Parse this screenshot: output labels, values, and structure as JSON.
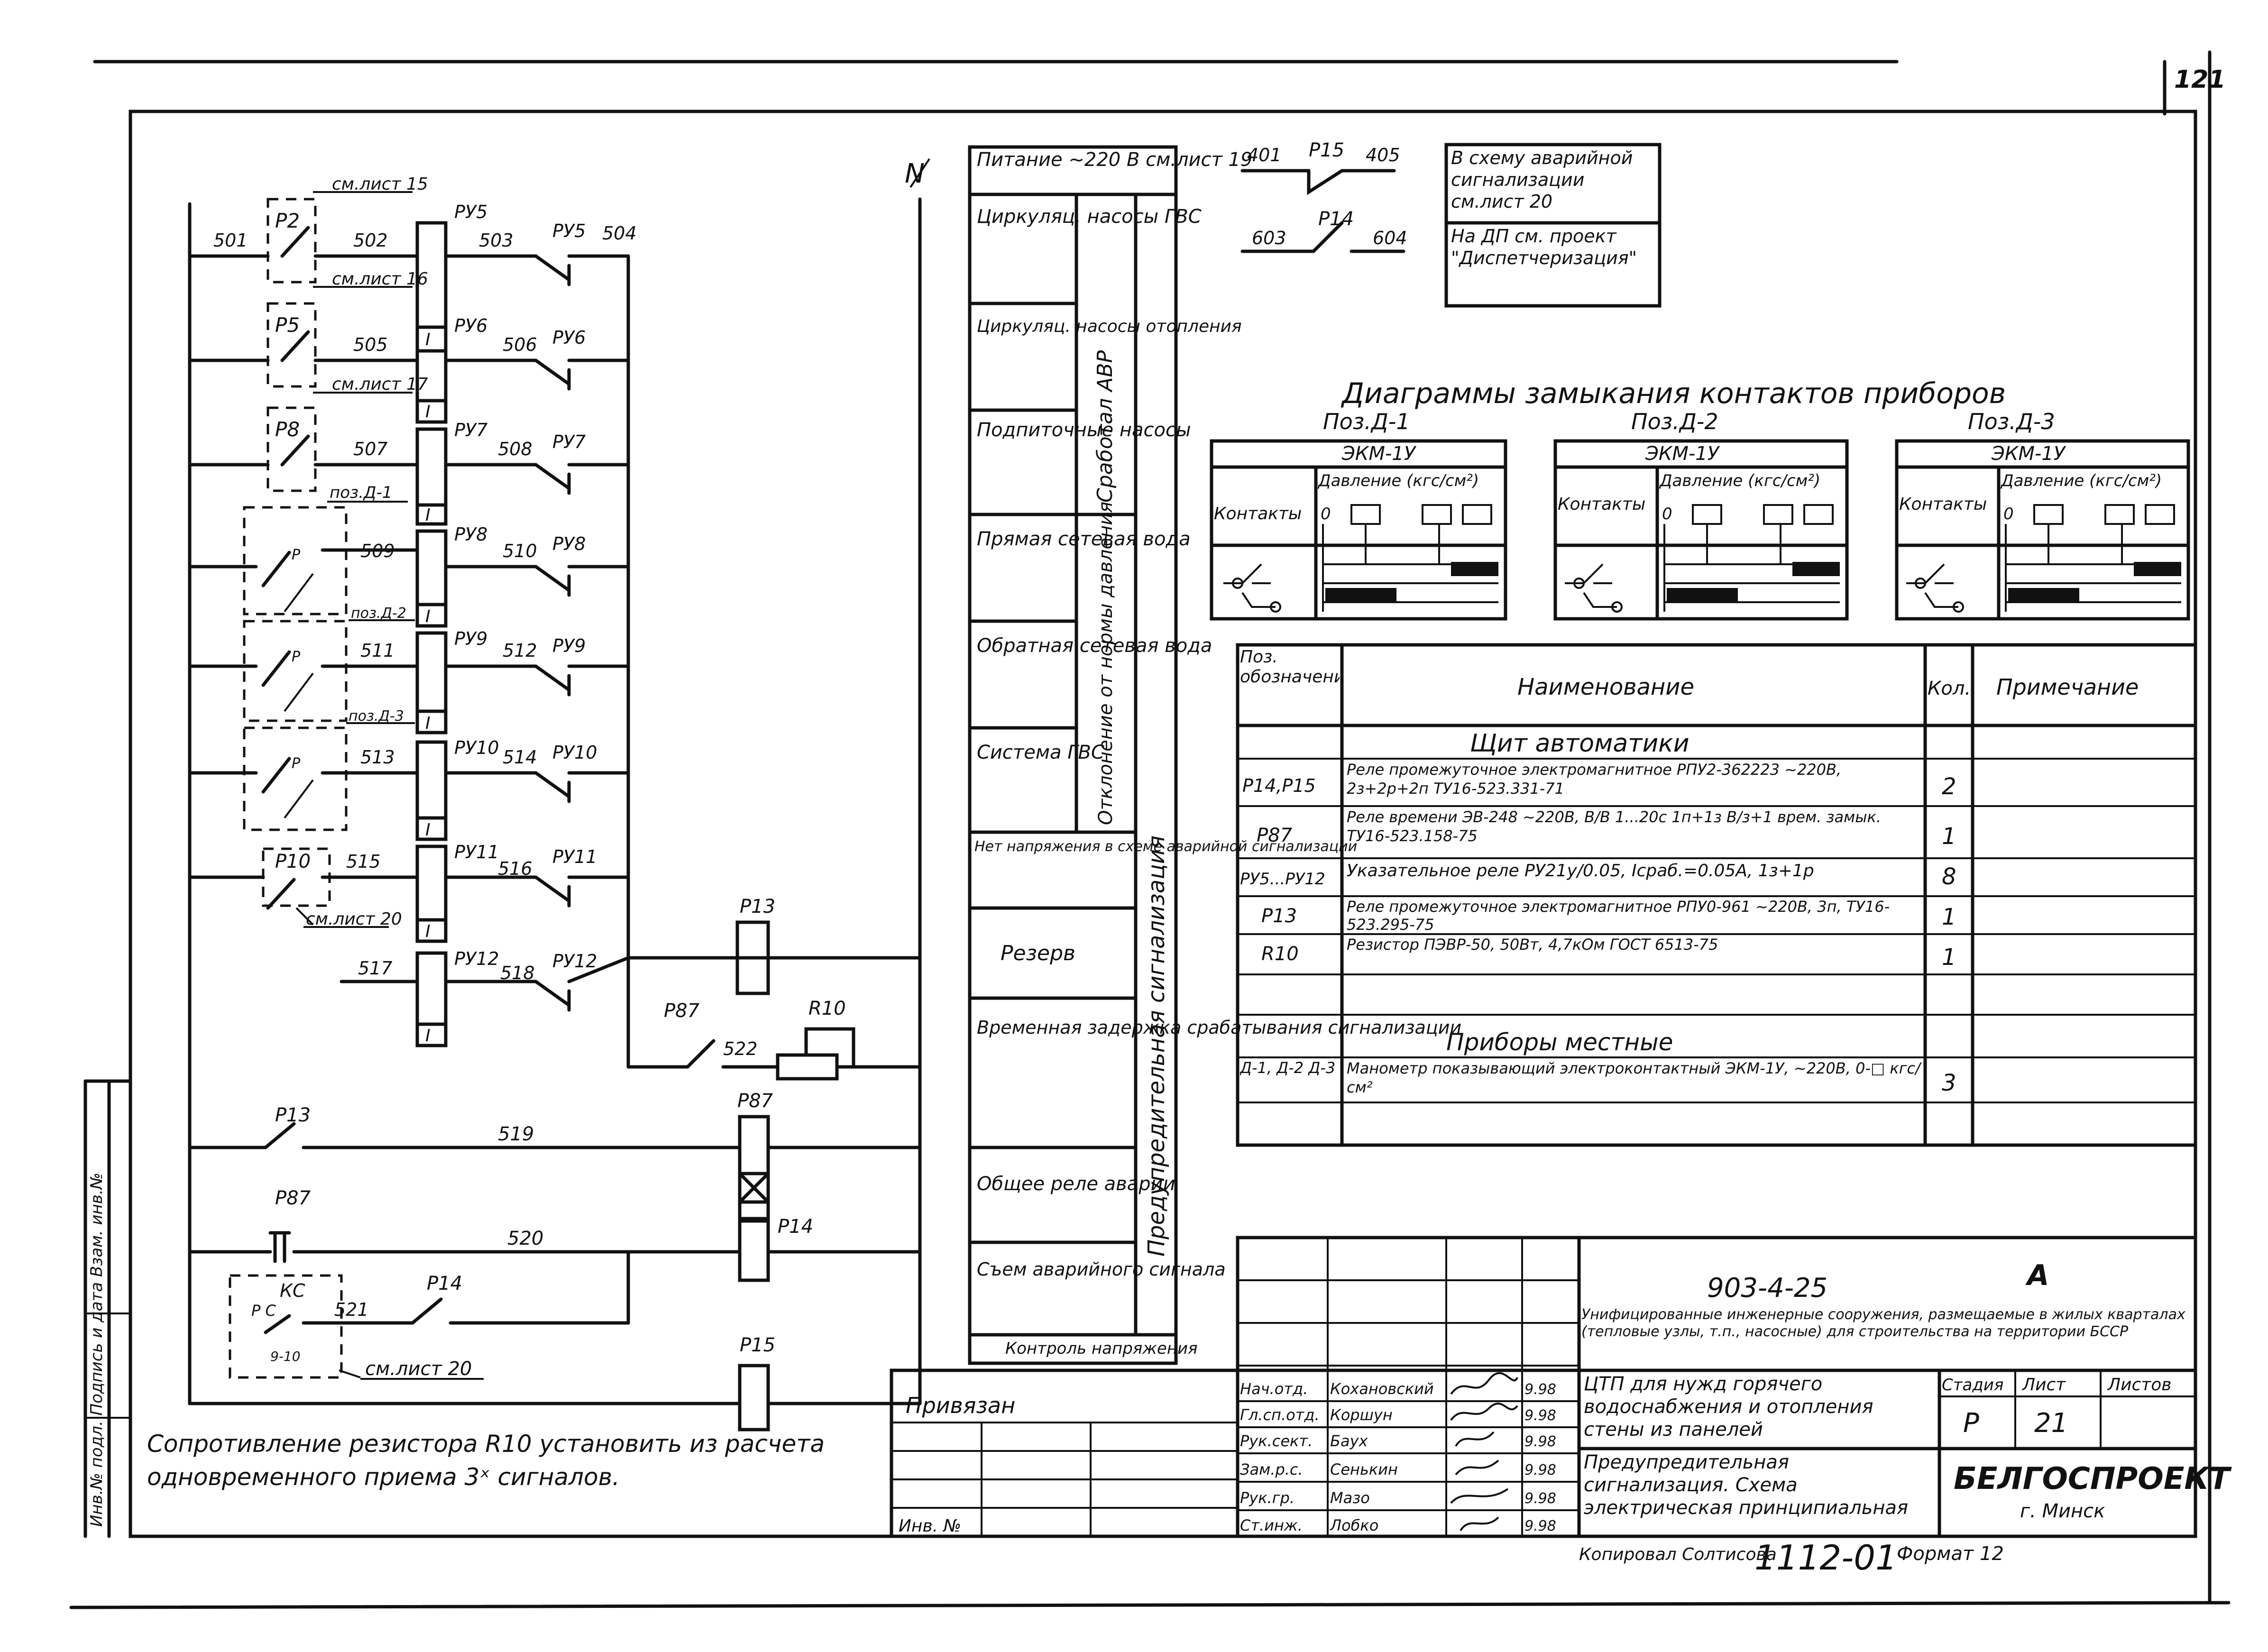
{
  "sheet": {
    "page_number": "121",
    "designation": "903-4-25",
    "edition": "A",
    "series_title": "Унифицированные инженерные сооружения, размещаемые в жилых кварталах (тепловые узлы, т.п., насосные) для строительства на территории БССР",
    "object_title": "ЦТП для нужд горячего водоснабжения и отопления стены из панелей",
    "drawing_title": "Предупредительная сигнализация. Схема электрическая принципиальная",
    "stage_label": "Стадия",
    "stage": "Р",
    "sheet_label": "Лист",
    "sheet": "21",
    "sheets_label": "Листов",
    "sheets": "",
    "org": "БЕЛГОСПРОЕКТ",
    "city": "г. Минск",
    "bound_label": "Привязан",
    "inv_label": "Инв. №",
    "copied": "Копировал Солтисова",
    "stamp_code": "1112-01",
    "format": "Формат 12",
    "side_strip": "Инв.№ подл. Подпись и дата Взам. инв.№"
  },
  "signatures": [
    {
      "role": "Нач.отд.",
      "name": "Кохановский",
      "date": "9.98"
    },
    {
      "role": "Гл.сп.отд.",
      "name": "Коршун",
      "date": "9.98"
    },
    {
      "role": "Рук.сект.",
      "name": "Баух",
      "date": "9.98"
    },
    {
      "role": "Зам.р.с.",
      "name": "Сенькин",
      "date": "9.98"
    },
    {
      "role": "Рук.гр.",
      "name": "Мазо",
      "date": "9.98"
    },
    {
      "role": "Ст.инж.",
      "name": "Лобко",
      "date": "9.98"
    }
  ],
  "circuit": {
    "n_label": "N",
    "wires": [
      "501",
      "502",
      "503",
      "504",
      "505",
      "506",
      "507",
      "508",
      "509",
      "510",
      "511",
      "512",
      "513",
      "514",
      "515",
      "516",
      "517",
      "518",
      "519",
      "520",
      "521",
      "522"
    ],
    "relays": [
      "РУ5",
      "РУ6",
      "РУ7",
      "РУ8",
      "РУ9",
      "РУ10",
      "РУ11",
      "РУ12"
    ],
    "coil_mark": "I",
    "sensors": [
      "Р2",
      "Р5",
      "Р8",
      "Р10",
      "Р13",
      "Р14",
      "Р15",
      "Р87",
      "КС",
      "R10"
    ],
    "refs": [
      "см.лист 15",
      "см.лист 16",
      "см.лист 17",
      "поз.Д-1",
      "поз.Д-2",
      "поз.Д-3",
      "см.лист 20",
      "см.лист 20"
    ],
    "p_letter": "Р",
    "ks_sub": "Р  С",
    "ks_num": "9-10",
    "right_wires": [
      "401",
      "405",
      "603",
      "604"
    ]
  },
  "function_table": {
    "top": "Питание ~220 В см.лист 19",
    "rows": [
      "Циркуляц. насосы ГВС",
      "Циркуляц. насосы отопления",
      "Подпиточные насосы",
      "Прямая сетевая вода",
      "Обратная сетевая вода",
      "Система ГВС",
      "Нет напряжения в схеме аварийной сигнализации",
      "Резерв",
      "Временная задержка срабатывания сигнализации",
      "Общее реле аварии",
      "Съем аварийного сигнала",
      "Контроль напряжения"
    ],
    "group1": "Сработал АВР",
    "group2": "Отклонение от нормы давления",
    "group3": "Предупредительная сигнализация"
  },
  "notes_right": {
    "box1": "В схему аварийной сигнализации см.лист 20",
    "box2": "На ДП см. проект \"Диспетчеризация\""
  },
  "diagrams": {
    "title": "Диаграммы замыкания контактов приборов",
    "positions": [
      "Поз.Д-1",
      "Поз.Д-2",
      "Поз.Д-3"
    ],
    "device": "ЭКМ-1У",
    "pressure_label": "Давление (кгс/см²)",
    "contacts_label": "Контакты",
    "zero": "0"
  },
  "spec": {
    "headers": [
      "Поз. обозначение",
      "Наименование",
      "Кол.",
      "Примечание"
    ],
    "section1": "Щит автоматики",
    "rows1": [
      {
        "pos": "Р14,Р15",
        "name": "Реле промежуточное электромагнитное РПУ2-362223 ~220В, 2з+2р+2п  ТУ16-523.331-71",
        "qty": "2",
        "note": ""
      },
      {
        "pos": "Р87",
        "name": "Реле времени ЭВ-248 ~220В, В/В 1...20с 1п+1з В/з+1 врем. замык. ТУ16-523.158-75",
        "qty": "1",
        "note": ""
      },
      {
        "pos": "РУ5...РУ12",
        "name": "Указательное реле РУ21у/0.05, Iсраб.=0.05А, 1з+1р",
        "qty": "8",
        "note": ""
      },
      {
        "pos": "Р13",
        "name": "Реле промежуточное электромагнитное РПУ0-961 ~220В, 3п, ТУ16-523.295-75",
        "qty": "1",
        "note": ""
      },
      {
        "pos": "R10",
        "name": "Резистор ПЭВР-50, 50Вт, 4,7кОм ГОСТ 6513-75",
        "qty": "1",
        "note": ""
      }
    ],
    "section2": "Приборы местные",
    "rows2": [
      {
        "pos": "Д-1, Д-2 Д-3",
        "name": "Манометр показывающий электроконтактный ЭКМ-1У, ~220В, 0-□ кгс/см²",
        "qty": "3",
        "note": ""
      }
    ]
  },
  "footnote": "Сопротивление резистора R10 установить из расчета одновременного приема 3ˣ сигналов."
}
